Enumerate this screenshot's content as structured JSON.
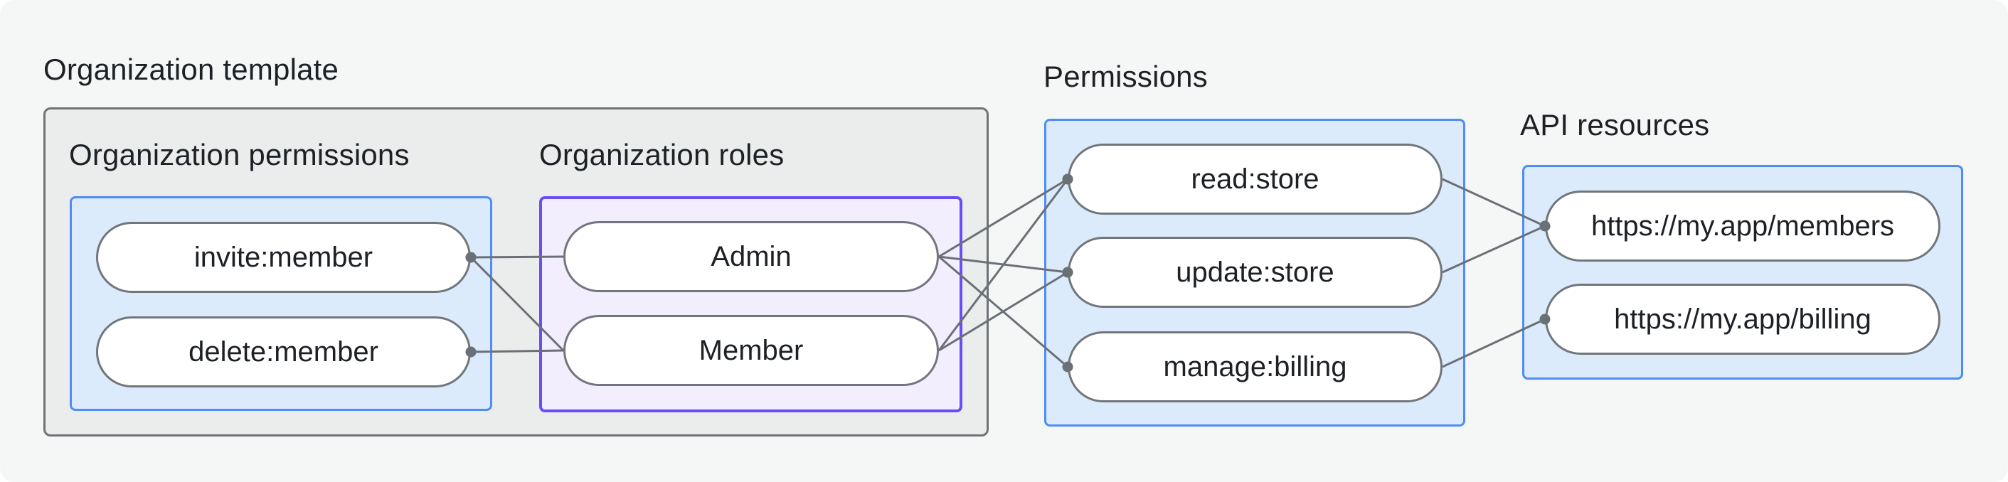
{
  "canvas": {
    "background": "#f5f6f6",
    "page_background": "#ffffff"
  },
  "colors": {
    "line": "#6b7076",
    "dot": "#6b7076",
    "pill_border": "#71767b",
    "pill_fill": "#ffffff",
    "text": "#1d2126",
    "blue_border": "#4d8df5",
    "blue_fill": "#dcebfc",
    "purple_border": "#6b4cf6",
    "purple_fill": "#f3eefd",
    "gray_border": "#6e7276",
    "gray_fill": "#ebedec"
  },
  "groups": {
    "template": {
      "title": "Organization template"
    },
    "org_permissions": {
      "title": "Organization permissions",
      "nodes": [
        {
          "id": "invite",
          "label": "invite:member"
        },
        {
          "id": "delete",
          "label": "delete:member"
        }
      ]
    },
    "org_roles": {
      "title": "Organization roles",
      "nodes": [
        {
          "id": "admin",
          "label": "Admin"
        },
        {
          "id": "member",
          "label": "Member"
        }
      ]
    },
    "permissions": {
      "title": "Permissions",
      "nodes": [
        {
          "id": "read",
          "label": "read:store"
        },
        {
          "id": "update",
          "label": "update:store"
        },
        {
          "id": "manage",
          "label": "manage:billing"
        }
      ]
    },
    "api_resources": {
      "title": "API resources",
      "nodes": [
        {
          "id": "members_url",
          "label": "https://my.app/members"
        },
        {
          "id": "billing_url",
          "label": "https://my.app/billing"
        }
      ]
    }
  },
  "edges": [
    {
      "from": "invite",
      "to": "admin",
      "dot": "from"
    },
    {
      "from": "invite",
      "to": "member",
      "dot": "from"
    },
    {
      "from": "delete",
      "to": "member",
      "dot": "from"
    },
    {
      "from": "admin",
      "to": "read",
      "dot": "to"
    },
    {
      "from": "admin",
      "to": "update",
      "dot": "to"
    },
    {
      "from": "admin",
      "to": "manage",
      "dot": "to"
    },
    {
      "from": "member",
      "to": "read",
      "dot": "to"
    },
    {
      "from": "member",
      "to": "update",
      "dot": "to"
    },
    {
      "from": "read",
      "to": "members_url",
      "dot": "to"
    },
    {
      "from": "update",
      "to": "members_url",
      "dot": "to"
    },
    {
      "from": "manage",
      "to": "billing_url",
      "dot": "to"
    }
  ]
}
